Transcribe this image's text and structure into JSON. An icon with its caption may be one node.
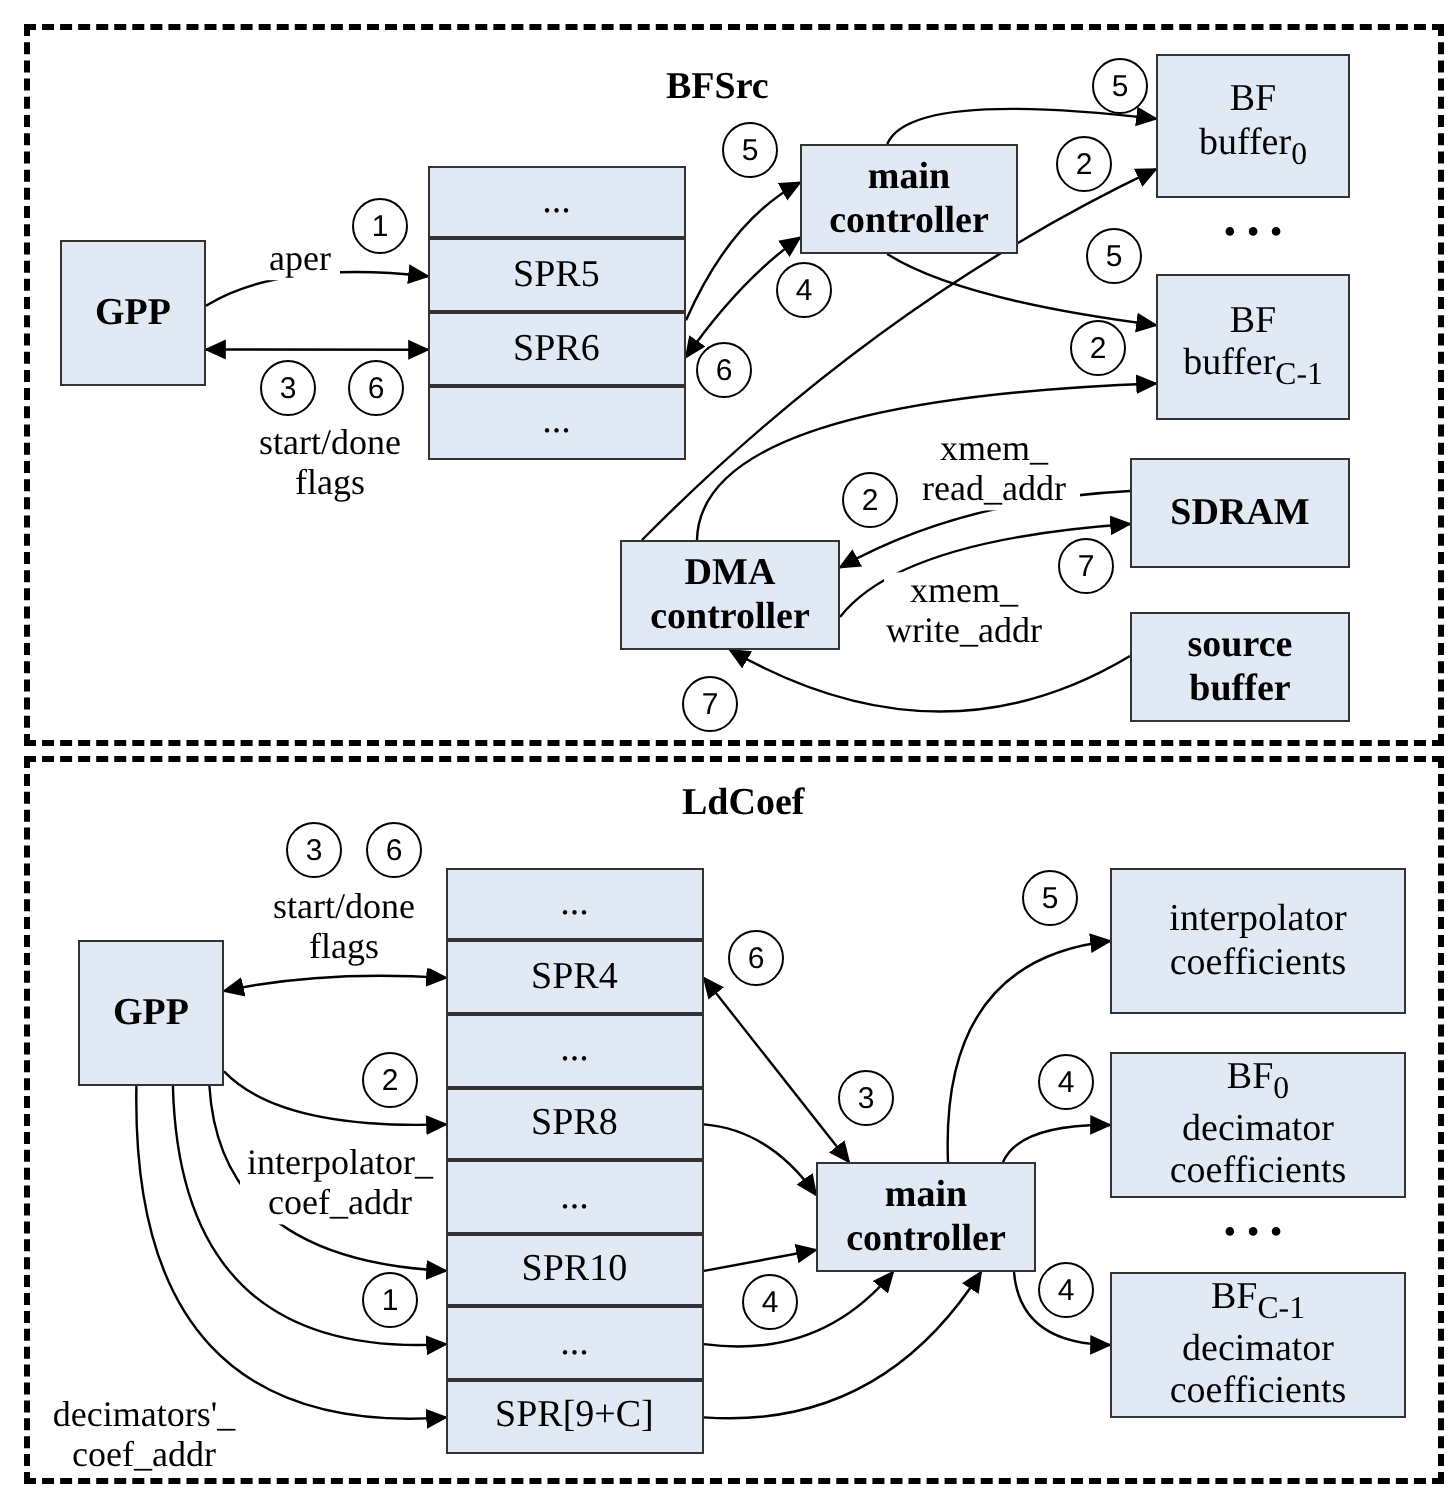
{
  "diagram": {
    "nodes": [
      {
        "text": [
          "BFSrc"
        ]
      },
      {
        "text": [
          "GPP"
        ],
        "in": 0
      },
      {
        "text": [],
        "shape": "box",
        "in": 0
      },
      {
        "text": [
          "..."
        ],
        "in": 2
      },
      {
        "text": [
          "SPR5"
        ],
        "in": 2
      },
      {
        "text": [
          "SPR6"
        ],
        "in": 2
      },
      {
        "text": [
          "..."
        ],
        "in": 2
      },
      {
        "text": [
          "main controller"
        ],
        "in": 0
      },
      {
        "text": [
          "BF buffer$_{0}$"
        ],
        "in": 0
      },
      {
        "text": [
          "BF buffer$_{C-1}$"
        ],
        "in": 0
      },
      {
        "text": [
          "SDRAM"
        ],
        "in": 0
      },
      {
        "text": [
          "DMA controller"
        ],
        "in": 0
      },
      {
        "text": [
          "source buffer"
        ],
        "in": 0
      },
      {
        "text": [
          "1"
        ],
        "in": 0
      },
      {
        "text": [
          "3"
        ],
        "in": 0
      },
      {
        "text": [
          "6"
        ],
        "in": 0
      },
      {
        "text": [
          "5"
        ],
        "in": 0
      },
      {
        "text": [
          "4"
        ],
        "in": 0
      },
      {
        "text": [
          "6"
        ],
        "in": 0
      },
      {
        "text": [
          "5"
        ],
        "in": 0
      },
      {
        "text": [
          "2"
        ],
        "in": 0
      },
      {
        "text": [
          "5"
        ],
        "in": 0
      },
      {
        "text": [
          "2"
        ],
        "in": 0
      },
      {
        "text": [
          "2"
        ],
        "in": 0
      },
      {
        "text": [
          "7"
        ],
        "in": 0
      },
      {
        "text": [
          "7"
        ],
        "in": 0
      },
      {
        "text": [
          "LdCoef"
        ]
      },
      {
        "text": [
          "GPP"
        ],
        "in": 26
      },
      {
        "text": [],
        "shape": "box",
        "in": 26
      },
      {
        "text": [
          "..."
        ],
        "in": 28
      },
      {
        "text": [
          "SPR4"
        ],
        "in": 28
      },
      {
        "text": [
          "..."
        ],
        "in": 28
      },
      {
        "text": [
          "SPR8"
        ],
        "in": 28
      },
      {
        "text": [
          "..."
        ],
        "in": 28
      },
      {
        "text": [
          "SPR10"
        ],
        "in": 28
      },
      {
        "text": [
          "..."
        ],
        "in": 28
      },
      {
        "text": [
          "SPR[9+C]"
        ],
        "in": 28
      },
      {
        "text": [
          "main controller"
        ],
        "in": 26
      },
      {
        "text": [
          "interpolator coefficients"
        ],
        "in": 26
      },
      {
        "text": [
          "BF$_{0}$ decimator coefficients"
        ],
        "in": 26
      },
      {
        "text": [
          "BF$_{C-1}$ decimator coefficients"
        ],
        "in": 26
      },
      {
        "text": [
          "3"
        ],
        "in": 26
      },
      {
        "text": [
          "6"
        ],
        "in": 26
      },
      {
        "text": [
          "2"
        ],
        "in": 26
      },
      {
        "text": [
          "1"
        ],
        "in": 26
      },
      {
        "text": [
          "6"
        ],
        "in": 26
      },
      {
        "text": [
          "3"
        ],
        "in": 26
      },
      {
        "text": [
          "4"
        ],
        "in": 26
      },
      {
        "text": [
          "5"
        ],
        "in": 26
      },
      {
        "text": [
          "4"
        ],
        "in": 26
      },
      {
        "text": [
          "4"
        ],
        "in": 26
      }
    ],
    "edges": [
      {
        "from": 1,
        "to": 4,
        "arrow": "to",
        "label": "aper"
      },
      {
        "from": 1,
        "to": 5,
        "arrow": "both",
        "label": "start/done flags"
      },
      {
        "from": 5,
        "to": 7,
        "arrow": "to"
      },
      {
        "from": 5,
        "to": 7,
        "arrow": "both"
      },
      {
        "from": 7,
        "to": 8,
        "arrow": "to"
      },
      {
        "from": 7,
        "to": 9,
        "arrow": "to"
      },
      {
        "from": 11,
        "to": 8,
        "arrow": "to"
      },
      {
        "from": 11,
        "to": 9,
        "arrow": "to"
      },
      {
        "from": 10,
        "to": 11,
        "arrow": "to",
        "label": "xmem_ read_addr"
      },
      {
        "from": 11,
        "to": 10,
        "arrow": "to",
        "label": "xmem_ write_addr"
      },
      {
        "from": 12,
        "to": 11,
        "arrow": "to"
      },
      {
        "from": 27,
        "to": 30,
        "arrow": "both",
        "label": "start/done flags"
      },
      {
        "from": 27,
        "to": 32,
        "arrow": "to",
        "label": "interpolator_ coef_addr"
      },
      {
        "from": 27,
        "to": 34,
        "arrow": "to"
      },
      {
        "from": 27,
        "to": 35,
        "arrow": "to"
      },
      {
        "from": 27,
        "to": 36,
        "arrow": "to",
        "label": "decimators'_ coef_addr"
      },
      {
        "from": 30,
        "to": 37,
        "arrow": "both"
      },
      {
        "from": 32,
        "to": 37,
        "arrow": "to"
      },
      {
        "from": 34,
        "to": 37,
        "arrow": "to"
      },
      {
        "from": 35,
        "to": 37,
        "arrow": "to"
      },
      {
        "from": 36,
        "to": 37,
        "arrow": "to"
      },
      {
        "from": 37,
        "to": 38,
        "arrow": "to"
      },
      {
        "from": 37,
        "to": 39,
        "arrow": "to"
      },
      {
        "from": 37,
        "to": 40,
        "arrow": "to"
      }
    ],
    "labels": [
      "• • •",
      "• • •"
    ]
  }
}
